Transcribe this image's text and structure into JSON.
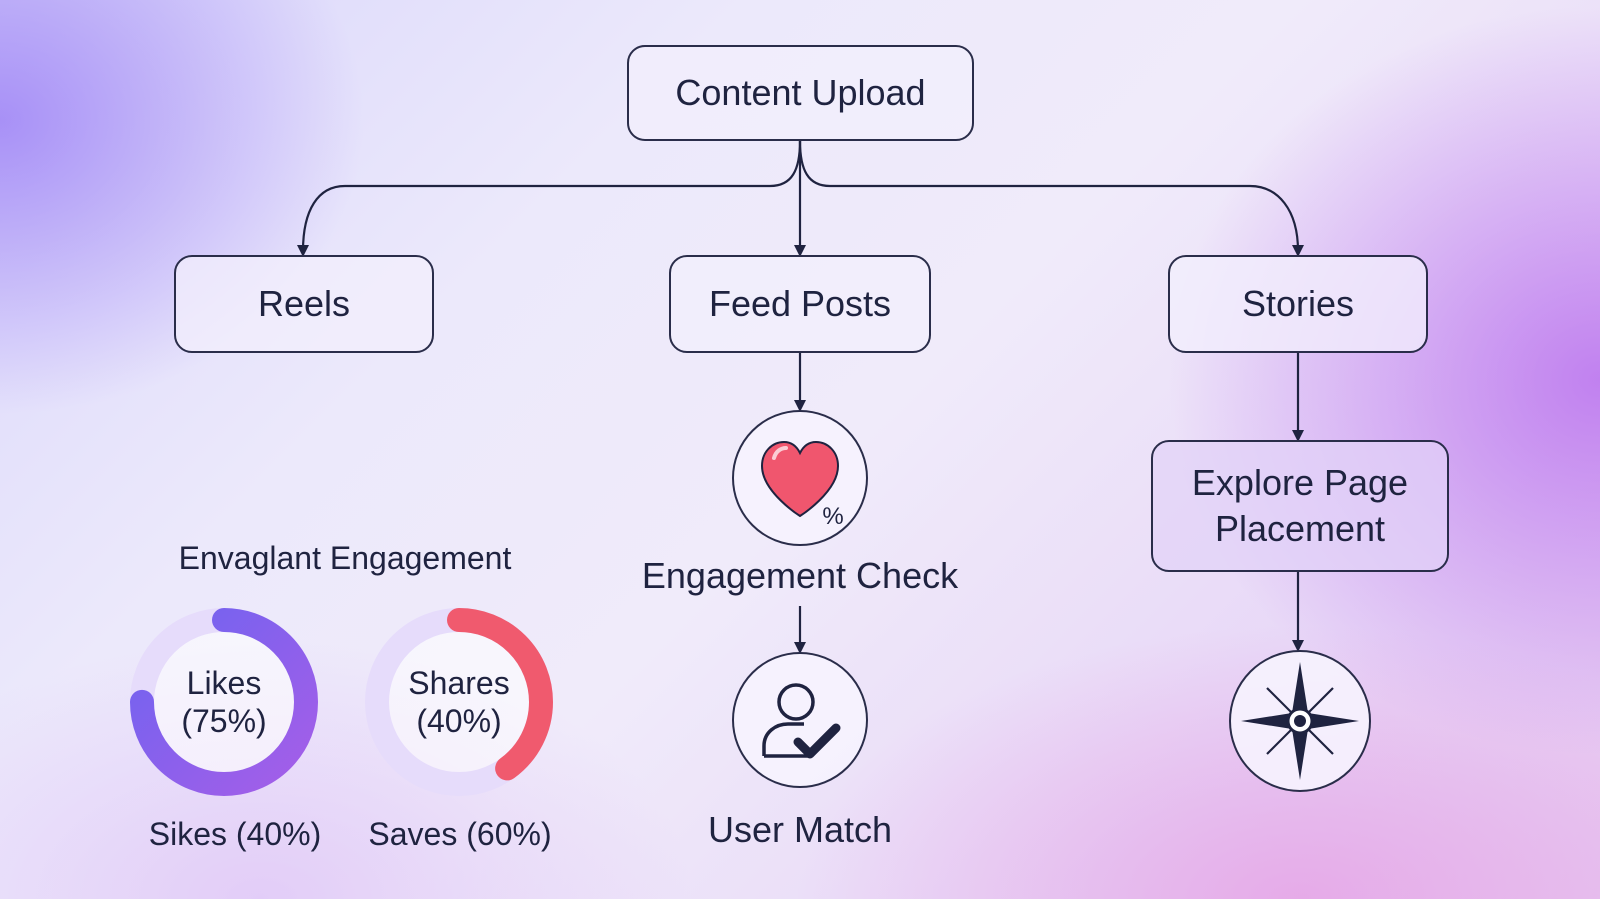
{
  "nodes": {
    "content_upload": "Content Upload",
    "reels": "Reels",
    "feed_posts": "Feed Posts",
    "stories": "Stories",
    "explore_line1": "Explore Page",
    "explore_line2": "Placement"
  },
  "labels": {
    "engagement_check": "Engagement Check",
    "user_match": "User Match",
    "heart_percent": "%"
  },
  "engagement": {
    "title": "Envaglant Engagement",
    "likes": {
      "name": "Likes",
      "value_text": "(75%)",
      "percent": 75,
      "color": "#6f63f0",
      "color2": "#a55ee8"
    },
    "shares": {
      "name": "Shares",
      "value_text": "(40%)",
      "percent": 40,
      "color": "#f05a6e"
    },
    "foot_left": "Sikes (40%)",
    "foot_right": "Saves (60%)"
  },
  "colors": {
    "line": "#1f2340",
    "heart": "#f0566e",
    "track": "#e6dcfb"
  },
  "icons": {
    "engagement_check": "heart-percent-icon",
    "user_match": "user-check-icon",
    "explore": "compass-icon"
  }
}
